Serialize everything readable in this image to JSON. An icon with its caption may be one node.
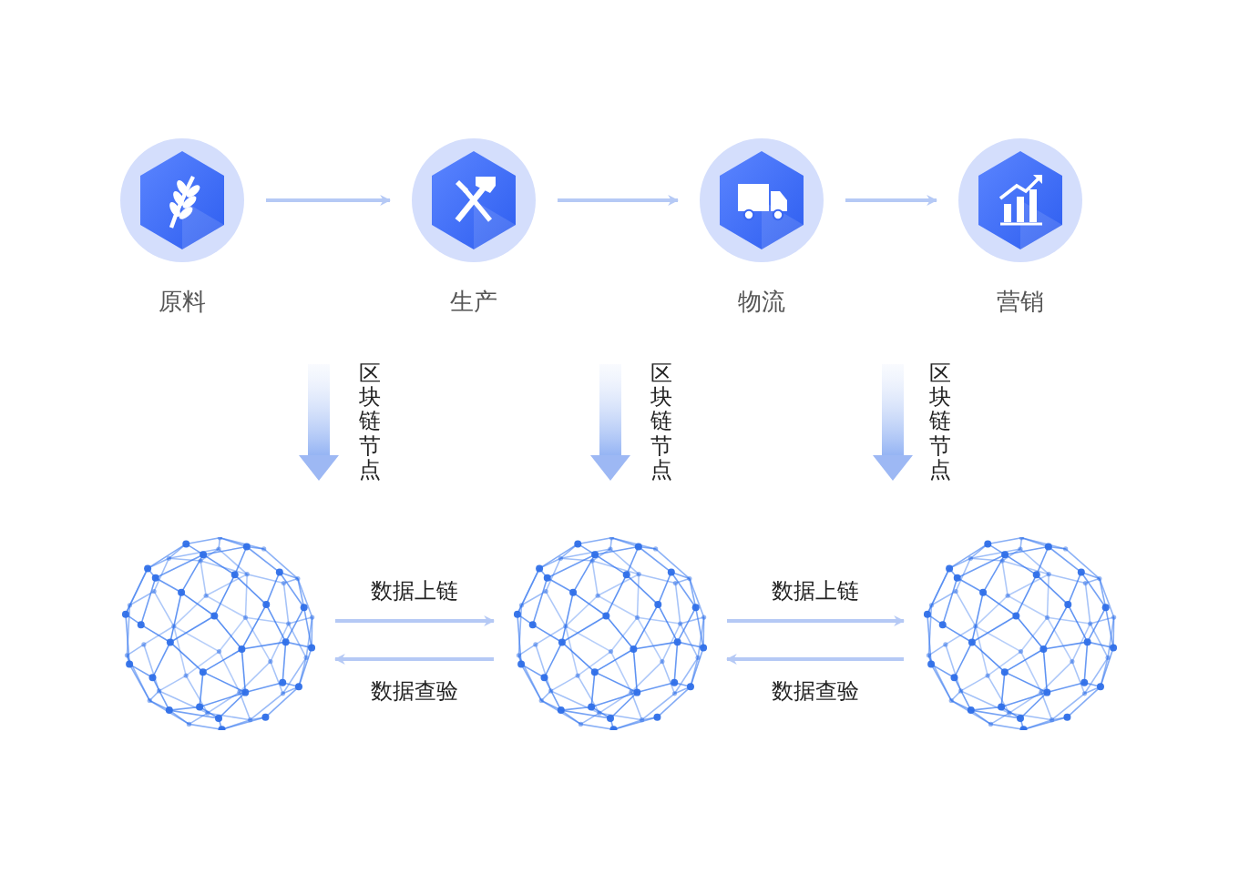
{
  "diagram": {
    "nodes": [
      {
        "text": [
          "原料"
        ]
      },
      {
        "text": [
          "生产"
        ]
      },
      {
        "text": [
          "物流"
        ]
      },
      {
        "text": [
          "营销"
        ]
      },
      {
        "text": [],
        "shape": "picture"
      },
      {
        "text": [],
        "shape": "picture"
      },
      {
        "text": [],
        "shape": "picture"
      }
    ],
    "edges": [
      {
        "from": 0,
        "to": 1,
        "arrow": "to"
      },
      {
        "from": 1,
        "to": 2,
        "arrow": "to"
      },
      {
        "from": 2,
        "to": 3,
        "arrow": "to"
      },
      {
        "from": 4,
        "to": 5,
        "arrow": "to",
        "label": "数据上链"
      },
      {
        "from": 5,
        "to": 4,
        "arrow": "to",
        "label": "数据查验"
      },
      {
        "from": 5,
        "to": 6,
        "arrow": "to",
        "label": "数据上链"
      },
      {
        "from": 6,
        "to": 5,
        "arrow": "to",
        "label": "数据查验"
      }
    ],
    "labels": [
      "区块链节点",
      "区块链节点",
      "区块链节点"
    ]
  }
}
